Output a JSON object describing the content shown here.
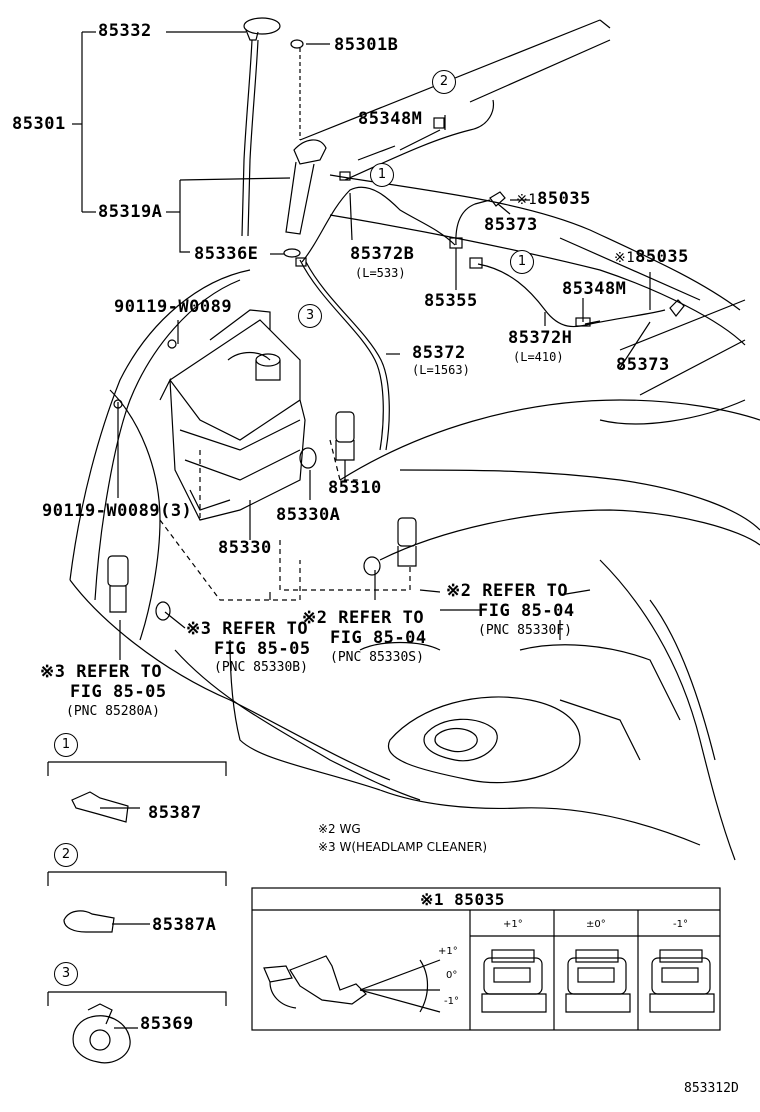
{
  "parts": {
    "p85332": "85332",
    "p85301B": "85301B",
    "p85301": "85301",
    "p85348M_top": "85348M",
    "p85319A": "85319A",
    "p85035_a": "85035",
    "p85373_a": "85373",
    "p85336E": "85336E",
    "p85372B": "85372B",
    "p85372B_len": "(L=533)",
    "p85035_b": "85035",
    "p90119_top": "90119-W0089",
    "p85355": "85355",
    "p85348M_b": "85348M",
    "p85372H": "85372H",
    "p85372H_len": "(L=410)",
    "p85372": "85372",
    "p85372_len": "(L=1563)",
    "p85373_b": "85373",
    "p85310": "85310",
    "p90119_bottom": "90119-W0089(3)",
    "p85330A": "85330A",
    "p85330": "85330"
  },
  "refs": {
    "r1_line1": "※2 REFER TO",
    "r1_line2": "FIG 85-04",
    "r1_line3": "(PNC 85330F)",
    "r2_line1": "※2 REFER TO",
    "r2_line2": "FIG 85-04",
    "r2_line3": "(PNC 85330S)",
    "r3_line1": "※3 REFER TO",
    "r3_line2": "FIG 85-05",
    "r3_line3": "(PNC 85330B)",
    "r4_line1": "※3 REFER TO",
    "r4_line2": "FIG 85-05",
    "r4_line3": "(PNC 85280A)"
  },
  "markers": {
    "mark_note1": "※1",
    "mark_note2": "※1"
  },
  "callouts": {
    "c1": "1",
    "c2": "2",
    "c3": "3"
  },
  "detail": {
    "d1_num": "1",
    "d1_part": "85387",
    "d2_num": "2",
    "d2_part": "85387A",
    "d3_num": "3",
    "d3_part": "85369"
  },
  "notes": {
    "n1": "※2 WG",
    "n2": "※3 W(HEADLAMP CLEANER)"
  },
  "table": {
    "title": "※1 85035",
    "col1": "+1°",
    "col2": "±0°",
    "col3": "-1°",
    "ang_plus": "+1°",
    "ang_zero": "0°",
    "ang_minus": "-1°"
  },
  "figure_id": "853312D"
}
